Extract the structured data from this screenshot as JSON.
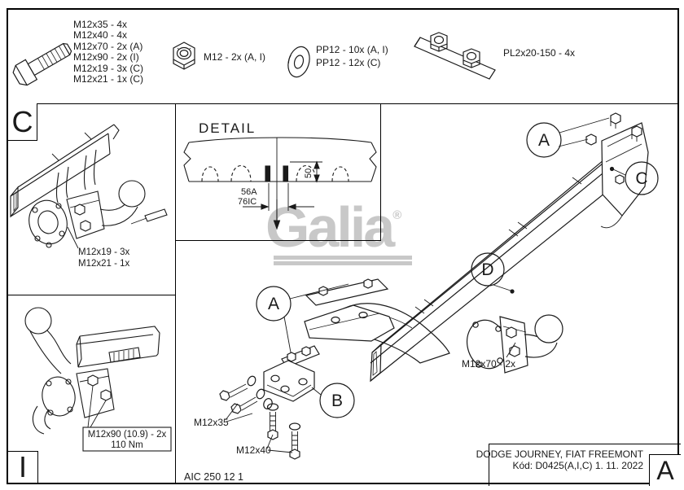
{
  "header": {
    "bolt_list": [
      "M12x35 - 4x",
      "M12x40 - 4x",
      "M12x70 - 2x (A)",
      "M12x90 - 2x (I)",
      "M12x19 - 3x (C)",
      "M12x21 - 1x (C)"
    ],
    "nut_label": "M12 - 2x (A, I)",
    "washer_list": [
      "PP12 - 10x (A, I)",
      "PP12 - 12x (C)"
    ],
    "plate_label": "PL2x20-150 - 4x"
  },
  "panel_c": {
    "letter": "C",
    "bolt_label_1": "M12x19 - 3x",
    "bolt_label_2": "M12x21 - 1x"
  },
  "panel_i": {
    "letter": "I",
    "torque_label_1": "M12x90 (10.9) - 2x",
    "torque_label_2": "110 Nm"
  },
  "detail": {
    "title": "DETAIL",
    "dim_width_1": "56A",
    "dim_width_2": "76IC",
    "dim_height": "50"
  },
  "main": {
    "callout_a_top": "A",
    "callout_c_right": "C",
    "callout_d": "D",
    "callout_a_exploded": "A",
    "callout_b": "B",
    "label_m12x70": "M12x70 - 2x",
    "label_m12x35": "M12x35",
    "label_m12x40": "M12x40"
  },
  "brand": {
    "name": "Galia",
    "reg": "®"
  },
  "title_block": {
    "doc_code": "AIC 250 12 1",
    "vehicle": "DODGE JOURNEY, FIAT FREEMONT",
    "kod": "Kód: D0425(A,I,C)  1. 11. 2022",
    "revision": "A"
  }
}
